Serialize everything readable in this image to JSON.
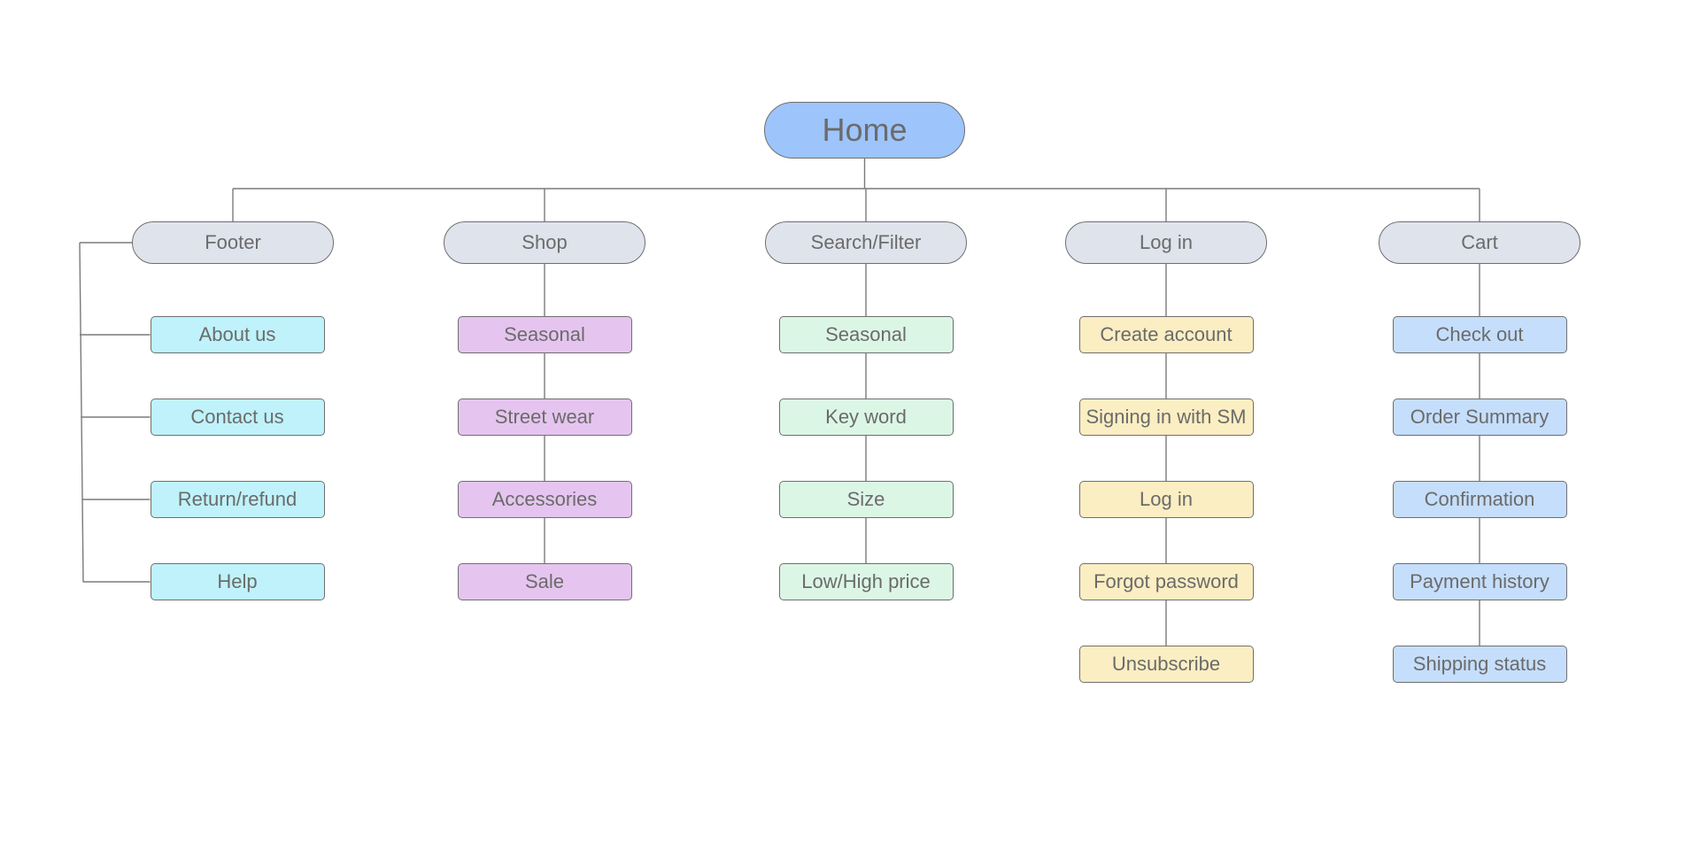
{
  "root": {
    "label": "Home",
    "color": "#9dc4fb"
  },
  "category_color": "#dfe3ec",
  "categories": [
    {
      "key": "footer",
      "label": "Footer",
      "color": "#bff2fa",
      "children": [
        "About us",
        "Contact us",
        "Return/refund",
        "Help"
      ]
    },
    {
      "key": "shop",
      "label": "Shop",
      "color": "#e5c5ef",
      "children": [
        "Seasonal",
        "Street wear",
        "Accessories",
        "Sale"
      ]
    },
    {
      "key": "search-filter",
      "label": "Search/Filter",
      "color": "#dcf6e6",
      "children": [
        "Seasonal",
        "Key word",
        "Size",
        "Low/High price"
      ]
    },
    {
      "key": "log-in",
      "label": "Log in",
      "color": "#fbeec2",
      "children": [
        "Create account",
        "Signing in with SM",
        "Log in",
        "Forgot password",
        "Unsubscribe"
      ]
    },
    {
      "key": "cart",
      "label": "Cart",
      "color": "#c5defb",
      "children": [
        "Check out",
        "Order Summary",
        "Confirmation",
        "Payment history",
        "Shipping status"
      ]
    }
  ]
}
